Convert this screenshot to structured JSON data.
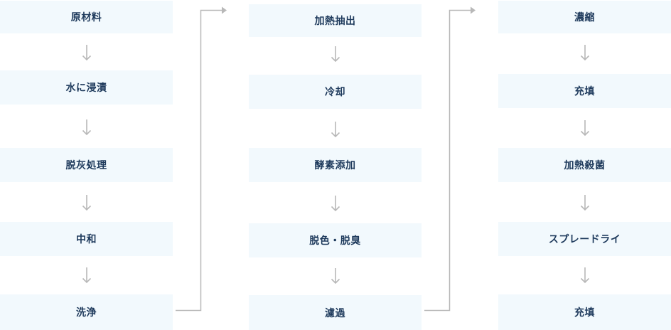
{
  "columns": [
    {
      "steps": [
        "原材料",
        "水に浸漬",
        "脱灰処理",
        "中和",
        "洗浄"
      ]
    },
    {
      "steps": [
        "加熱抽出",
        "冷却",
        "酵素添加",
        "脱色・脱臭",
        "濾過"
      ]
    },
    {
      "steps": [
        "濃縮",
        "充填",
        "加熱殺菌",
        "スプレードライ",
        "充填"
      ]
    }
  ],
  "colors": {
    "box": "#f2f9fd",
    "text": "#1e3a5c",
    "arrow": "#b8b8b8"
  }
}
